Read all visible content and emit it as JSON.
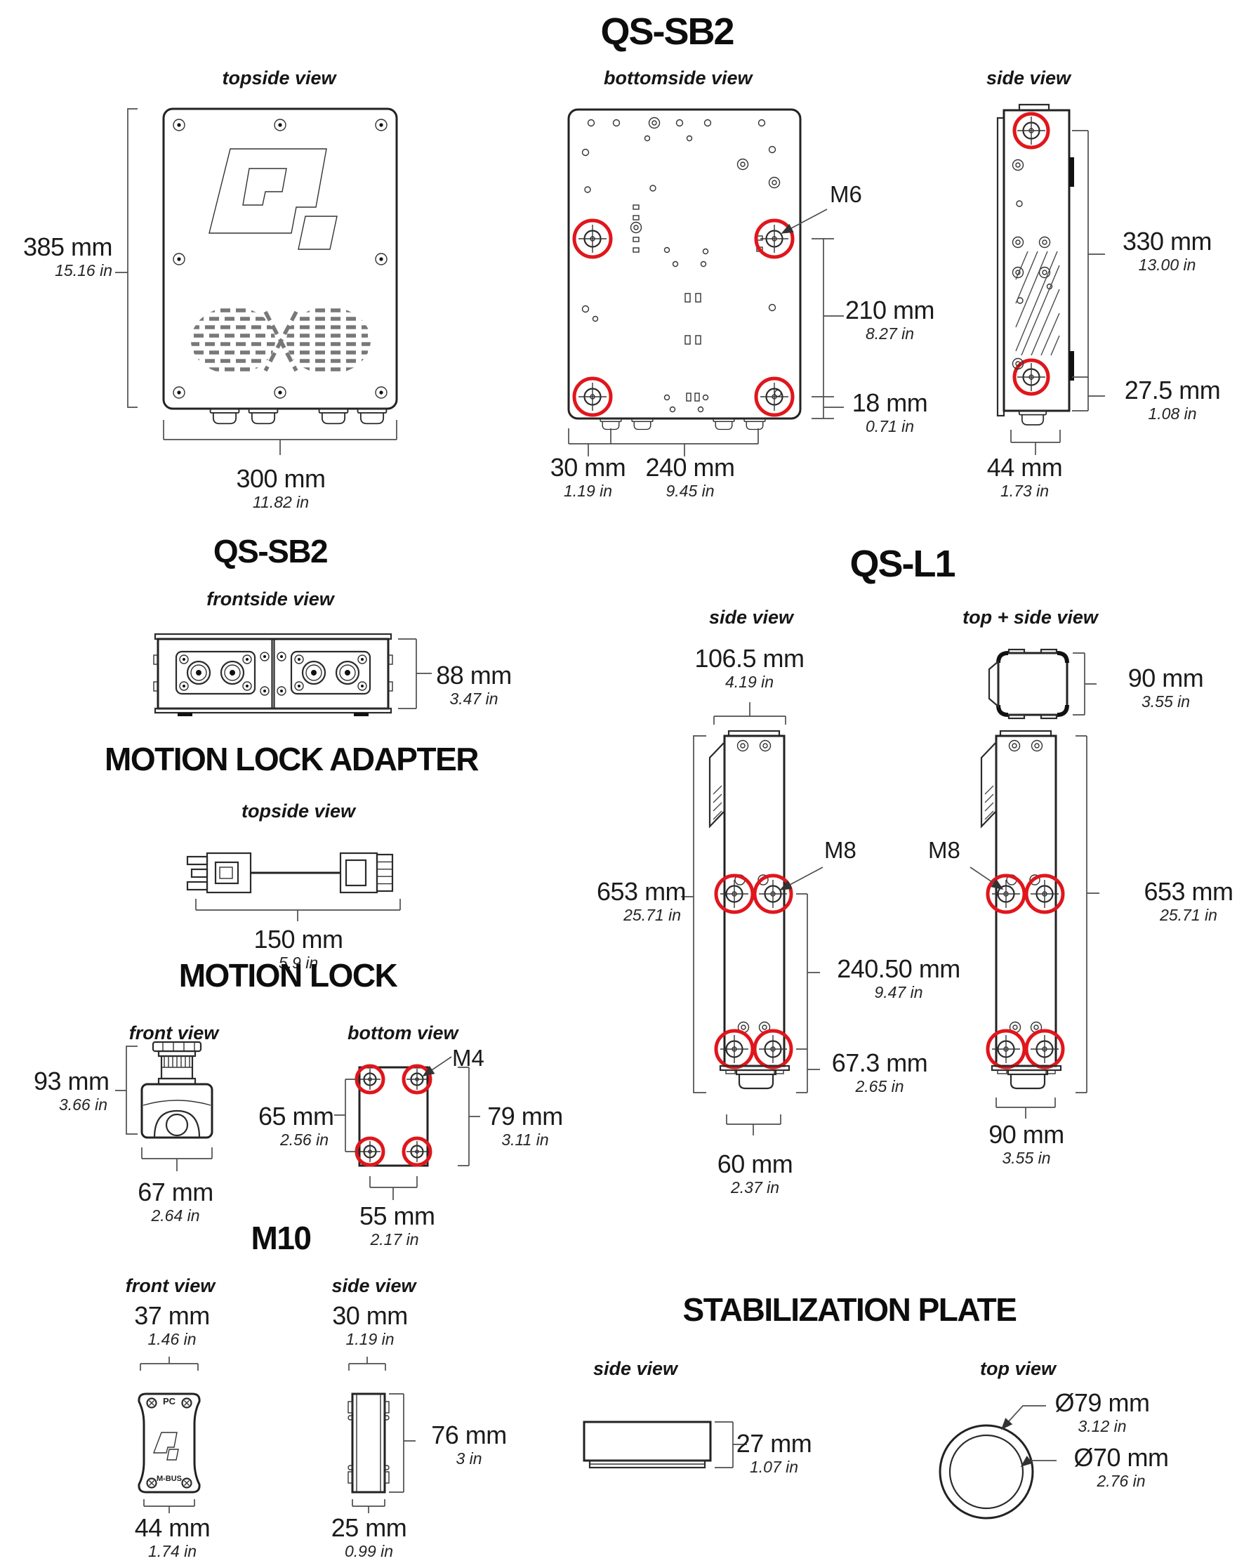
{
  "colors": {
    "accent_red": "#e0161c",
    "line_dark": "#2b2b2b"
  },
  "qs_sb2": {
    "title": "QS-SB2",
    "views": {
      "topside": "topside view",
      "bottomside": "bottomside view",
      "side": "side view"
    },
    "dims": {
      "height": {
        "mm": "385 mm",
        "in": "15.16 in"
      },
      "width": {
        "mm": "300 mm",
        "in": "11.82 in"
      },
      "mount_thread": "M6",
      "mount_spacing_v": {
        "mm": "210 mm",
        "in": "8.27 in"
      },
      "mount_bottom_offset": {
        "mm": "18 mm",
        "in": "0.71 in"
      },
      "gland_offset": {
        "mm": "30 mm",
        "in": "1.19 in"
      },
      "gland_span": {
        "mm": "240 mm",
        "in": "9.45 in"
      },
      "side_mount_spacing": {
        "mm": "330 mm",
        "in": "13.00 in"
      },
      "side_mount_bottom": {
        "mm": "27.5 mm",
        "in": "1.08 in"
      },
      "depth": {
        "mm": "44 mm",
        "in": "1.73 in"
      }
    }
  },
  "qs_sb2_front": {
    "title": "QS-SB2",
    "view": "frontside view",
    "dims": {
      "height": {
        "mm": "88 mm",
        "in": "3.47 in"
      }
    }
  },
  "motion_lock_adapter": {
    "title": "MOTION LOCK ADAPTER",
    "view": "topside view",
    "dims": {
      "length": {
        "mm": "150 mm",
        "in": "5.9 in"
      }
    }
  },
  "motion_lock": {
    "title": "MOTION LOCK",
    "views": {
      "front": "front view",
      "bottom": "bottom view"
    },
    "dims": {
      "height": {
        "mm": "93 mm",
        "in": "3.66 in"
      },
      "width": {
        "mm": "67 mm",
        "in": "2.64 in"
      },
      "mount_thread": "M4",
      "hole_spacing_v": {
        "mm": "65 mm",
        "in": "2.56 in"
      },
      "base_height": {
        "mm": "79 mm",
        "in": "3.11 in"
      },
      "hole_spacing_h": {
        "mm": "55 mm",
        "in": "2.17 in"
      }
    }
  },
  "m10": {
    "title": "M10",
    "views": {
      "front": "front view",
      "side": "side view"
    },
    "ports": {
      "top": "PC",
      "bottom": "M-BUS"
    },
    "dims": {
      "width_top": {
        "mm": "37 mm",
        "in": "1.46 in"
      },
      "width_bottom": {
        "mm": "44 mm",
        "in": "1.74 in"
      },
      "depth_top": {
        "mm": "30 mm",
        "in": "1.19 in"
      },
      "height": {
        "mm": "76 mm",
        "in": "3 in"
      },
      "depth_bottom": {
        "mm": "25 mm",
        "in": "0.99 in"
      }
    }
  },
  "qs_l1": {
    "title": "QS-L1",
    "views": {
      "side": "side view",
      "top_side": "top + side view"
    },
    "dims": {
      "depth": {
        "mm": "106.5 mm",
        "in": "4.19 in"
      },
      "top_width": {
        "mm": "90 mm",
        "in": "3.55 in"
      },
      "height_left": {
        "mm": "653 mm",
        "in": "25.71 in"
      },
      "height_right": {
        "mm": "653 mm",
        "in": "25.71 in"
      },
      "mount_thread_left": "M8",
      "mount_thread_right": "M8",
      "mount_spacing": {
        "mm": "240.50 mm",
        "in": "9.47 in"
      },
      "mount_bottom_offset": {
        "mm": "67.3 mm",
        "in": "2.65 in"
      },
      "gland_width": {
        "mm": "60 mm",
        "in": "2.37 in"
      },
      "bottom_width": {
        "mm": "90 mm",
        "in": "3.55 in"
      }
    }
  },
  "stabilization_plate": {
    "title": "STABILIZATION PLATE",
    "views": {
      "side": "side view",
      "top": "top view"
    },
    "dims": {
      "height": {
        "mm": "27 mm",
        "in": "1.07 in"
      },
      "outer_diameter": {
        "mm": "Ø79 mm",
        "in": "3.12 in"
      },
      "inner_diameter": {
        "mm": "Ø70 mm",
        "in": "2.76 in"
      }
    }
  }
}
